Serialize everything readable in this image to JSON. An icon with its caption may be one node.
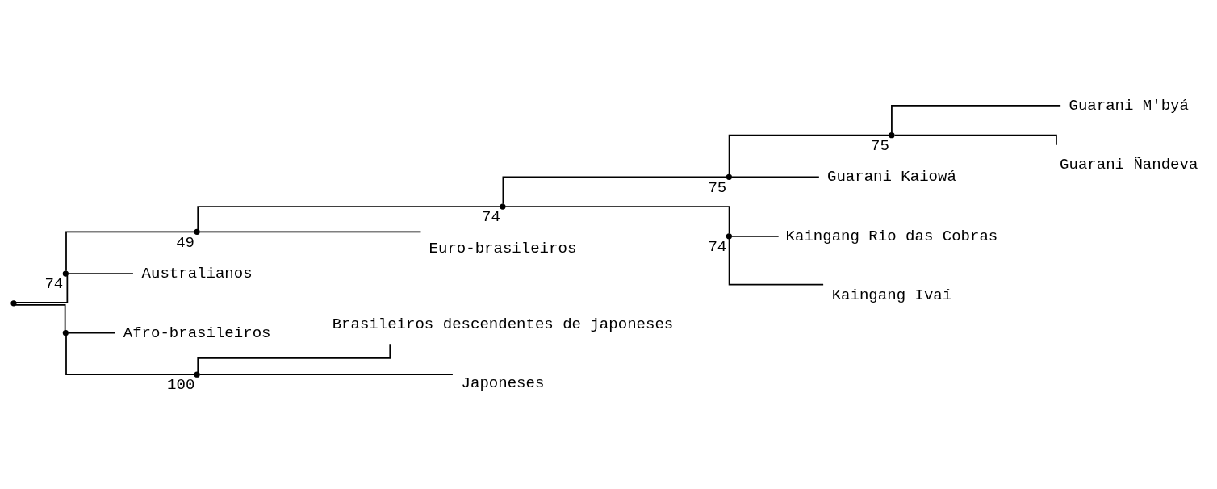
{
  "diagram": {
    "nodes": [
      {
        "text": [],
        "shape": "point"
      },
      {
        "text": [],
        "shape": "point",
        "beside": [
          "74"
        ]
      },
      {
        "text": [],
        "shape": "point",
        "beside": [
          "49"
        ]
      },
      {
        "text": [],
        "shape": "point",
        "beside": [
          "74"
        ]
      },
      {
        "text": [],
        "shape": "point",
        "beside": [
          "75"
        ]
      },
      {
        "text": [],
        "shape": "point",
        "beside": [
          "75"
        ]
      },
      {
        "text": [
          "Guarani M'byá"
        ]
      },
      {
        "text": [
          "Guarani Ñandeva"
        ]
      },
      {
        "text": [
          "Guarani Kaiowá"
        ]
      },
      {
        "text": [],
        "shape": "point",
        "beside": [
          "74"
        ]
      },
      {
        "text": [
          "Kaingang Rio das Cobras"
        ]
      },
      {
        "text": [
          "Kaingang Ivaí"
        ]
      },
      {
        "text": [
          "Euro-brasileiros"
        ]
      },
      {
        "text": [
          "Australianos"
        ]
      },
      {
        "text": [],
        "shape": "point"
      },
      {
        "text": [
          "Afro-brasileiros"
        ]
      },
      {
        "text": [],
        "shape": "point",
        "beside": [
          "100"
        ]
      },
      {
        "text": [
          "Brasileiros descendentes de japoneses"
        ]
      },
      {
        "text": [
          "Japoneses"
        ]
      }
    ],
    "edges": [
      {
        "from": 0,
        "to": 1,
        "arrow": "none"
      },
      {
        "from": 1,
        "to": 2,
        "arrow": "none"
      },
      {
        "from": 2,
        "to": 3,
        "arrow": "none"
      },
      {
        "from": 3,
        "to": 4,
        "arrow": "none"
      },
      {
        "from": 4,
        "to": 5,
        "arrow": "none"
      },
      {
        "from": 5,
        "to": 6,
        "arrow": "none"
      },
      {
        "from": 5,
        "to": 7,
        "arrow": "none"
      },
      {
        "from": 4,
        "to": 8,
        "arrow": "none"
      },
      {
        "from": 3,
        "to": 9,
        "arrow": "none"
      },
      {
        "from": 9,
        "to": 10,
        "arrow": "none"
      },
      {
        "from": 9,
        "to": 11,
        "arrow": "none"
      },
      {
        "from": 2,
        "to": 12,
        "arrow": "none"
      },
      {
        "from": 1,
        "to": 13,
        "arrow": "none"
      },
      {
        "from": 0,
        "to": 14,
        "arrow": "none"
      },
      {
        "from": 14,
        "to": 15,
        "arrow": "none"
      },
      {
        "from": 14,
        "to": 16,
        "arrow": "none"
      },
      {
        "from": 16,
        "to": 17,
        "arrow": "none"
      },
      {
        "from": 16,
        "to": 18,
        "arrow": "none"
      }
    ]
  }
}
